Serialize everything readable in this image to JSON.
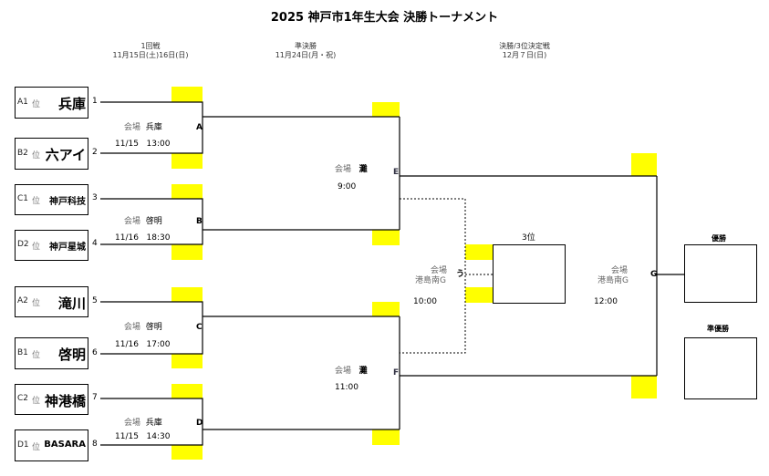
{
  "title": "2025  神戸市1年生大会  決勝トーナメント",
  "rounds": [
    {
      "name": "1回戦",
      "date": "11月15日(土)16日(日)"
    },
    {
      "name": "準決勝",
      "date": "11月24日(月・祝)"
    },
    {
      "name": "決勝/3位決定戦",
      "date": "12月７日(日)"
    }
  ],
  "teams": [
    {
      "seed": "A1",
      "pos": "位",
      "name": "兵庫",
      "no": "1"
    },
    {
      "seed": "B2",
      "pos": "位",
      "name": "六アイ",
      "no": "2"
    },
    {
      "seed": "C1",
      "pos": "位",
      "name": "神戸科技",
      "no": "3"
    },
    {
      "seed": "D2",
      "pos": "位",
      "name": "神戸星城",
      "no": "4"
    },
    {
      "seed": "A2",
      "pos": "位",
      "name": "滝川",
      "no": "5"
    },
    {
      "seed": "B1",
      "pos": "位",
      "name": "啓明",
      "no": "6"
    },
    {
      "seed": "C2",
      "pos": "位",
      "name": "神港橋",
      "no": "7"
    },
    {
      "seed": "D1",
      "pos": "位",
      "name": "BASARA",
      "no": "8"
    }
  ],
  "matches": {
    "A": {
      "id": "A",
      "venue_label": "会場",
      "venue": "兵庫",
      "date": "11/15",
      "time": "13:00"
    },
    "B": {
      "id": "B",
      "venue_label": "会場",
      "venue": "啓明",
      "date": "11/16",
      "time": "18:30"
    },
    "C": {
      "id": "C",
      "venue_label": "会場",
      "venue": "啓明",
      "date": "11/16",
      "time": "17:00"
    },
    "D": {
      "id": "D",
      "venue_label": "会場",
      "venue": "兵庫",
      "date": "11/15",
      "time": "14:30"
    },
    "E": {
      "id": "E",
      "venue_label": "会場",
      "venue": "灘",
      "time": "9:00"
    },
    "F": {
      "id": "F",
      "venue_label": "会場",
      "venue": "灘",
      "time": "11:00"
    },
    "U": {
      "id": "う",
      "venue_label": "会場",
      "venue": "港島南G",
      "time": "10:00"
    },
    "G": {
      "id": "G",
      "venue_label": "会場",
      "venue": "港島南G",
      "time": "12:00"
    }
  },
  "results": {
    "third": "3位",
    "champion": "優勝",
    "runner_up": "準優勝"
  },
  "colors": {
    "score_box": "#ffff00"
  }
}
